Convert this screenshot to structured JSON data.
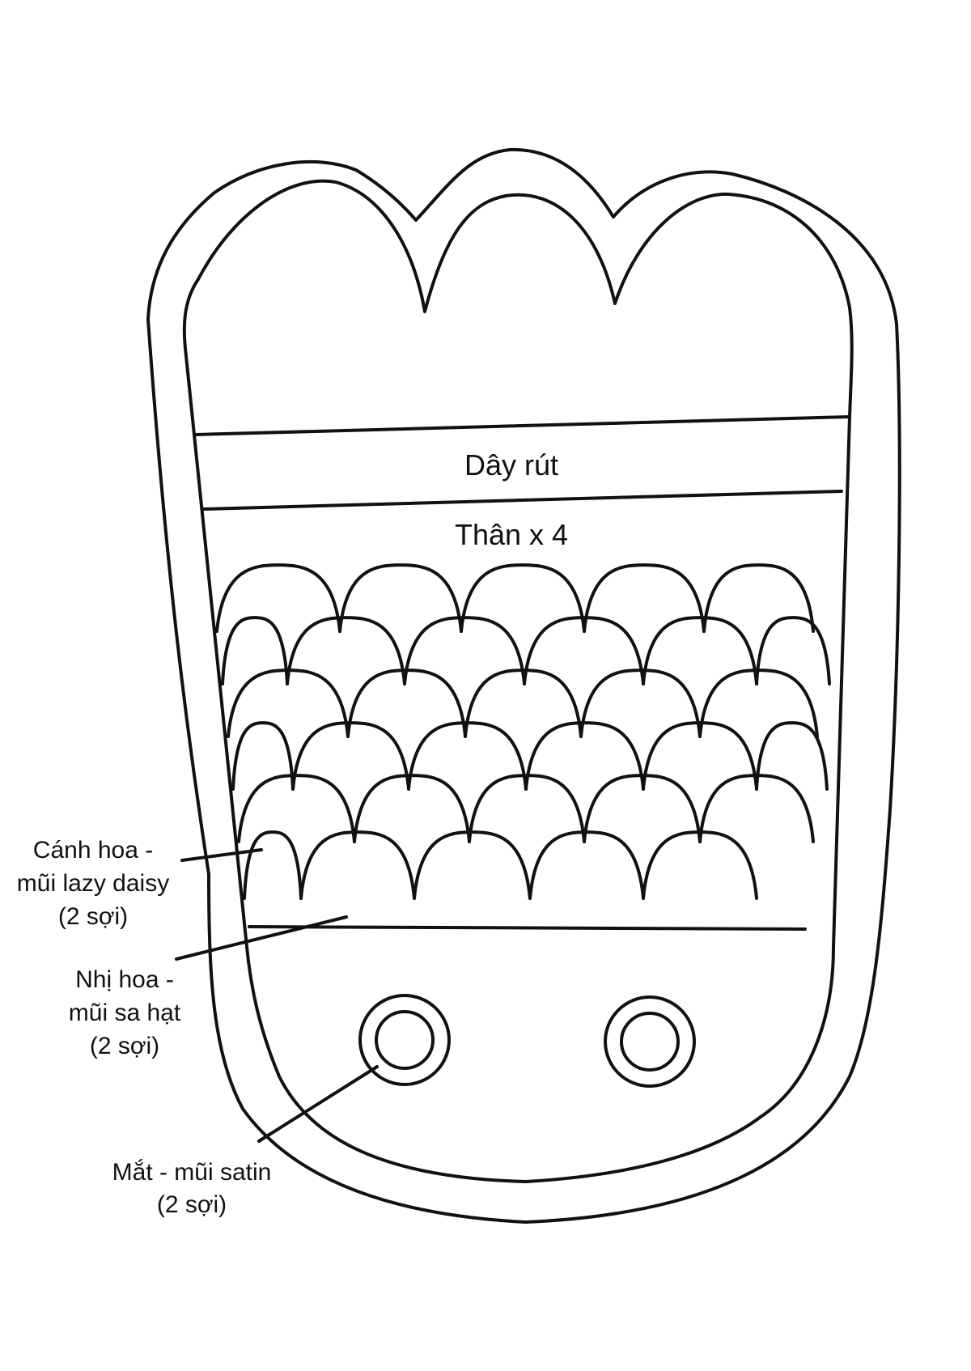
{
  "labels": {
    "drawstring": "Dây rút",
    "body": "Thân x 4",
    "petal": [
      "Cánh hoa -",
      "mũi lazy daisy",
      "(2 sợi)"
    ],
    "stamen": [
      "Nhị hoa -",
      "mũi sa hạt",
      "(2 sợi)"
    ],
    "eye": [
      "Mắt - mũi satin",
      "(2 sợi)"
    ]
  },
  "colors": {
    "stroke": "#111111",
    "background": "#ffffff"
  }
}
